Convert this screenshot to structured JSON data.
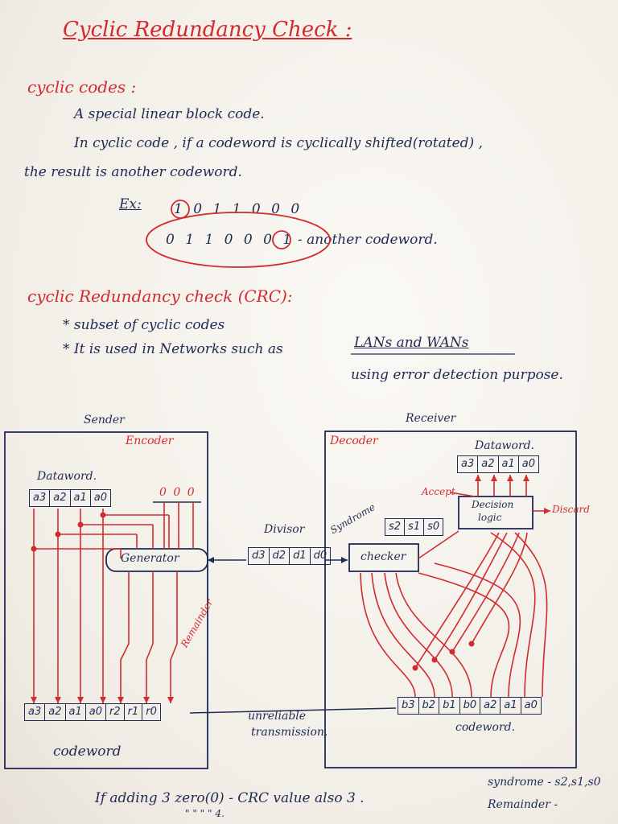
{
  "title": "Cyclic Redundancy Check :",
  "cyclic_codes": {
    "heading": "cyclic codes :",
    "line1": "A special linear block code.",
    "line2": "In cyclic code , if a codeword is cyclically shifted(rotated) ,",
    "line3": "the result is another codeword.",
    "ex_label": "Ex:",
    "word1": "1 0 1 1 0 0 0",
    "word2": "0 1 1 0 0 0 1",
    "word2_note": "- another codeword."
  },
  "crc": {
    "heading": "cyclic Redundancy check (CRC):",
    "bullet1": "* subset of cyclic codes",
    "bullet2": "* It is used in Networks such as",
    "networks": "LANs and WANs",
    "bullet2_cont": "using error detection purpose."
  },
  "diagram": {
    "sender": "Sender",
    "encoder": "Encoder",
    "dataword_label": "Dataword.",
    "dataword_cells": [
      "a3",
      "a2",
      "a1",
      "a0"
    ],
    "zeros": "0 0 0",
    "generator": "Generator",
    "remainder": "Remainder",
    "codeword_cells": [
      "a3",
      "a2",
      "a1",
      "a0",
      "r2",
      "r1",
      "r0"
    ],
    "codeword_label": "codeword",
    "divisor_label": "Divisor",
    "divisor_cells": [
      "d3",
      "d2",
      "d1",
      "d0"
    ],
    "receiver": "Receiver",
    "decoder": "Decoder",
    "rx_dataword_label": "Dataword.",
    "rx_dataword_cells": [
      "a3",
      "a2",
      "a1",
      "a0"
    ],
    "accept": "Accept",
    "decision_logic_1": "Decision",
    "decision_logic_2": "logic",
    "discard": "Discard",
    "syndrome_label": "Syndrome",
    "syndrome_cells": [
      "s2",
      "s1",
      "s0"
    ],
    "checker": "checker",
    "rx_codeword_cells": [
      "b3",
      "b2",
      "b1",
      "b0",
      "a2",
      "a1",
      "a0"
    ],
    "rx_codeword_label": "codeword.",
    "channel_1": "unreliable",
    "channel_2": "transmission."
  },
  "footer": {
    "line1": "If adding 3 zero(0) - CRC value also 3 .",
    "line2": "\"   \"       \"        \"         4.",
    "syndrome_note": "syndrome - s2,s1,s0",
    "remainder_note": "Remainder -"
  },
  "colors": {
    "ink": "#1f2a55",
    "red": "#d32a2f",
    "paper": "#f6f3ee"
  }
}
